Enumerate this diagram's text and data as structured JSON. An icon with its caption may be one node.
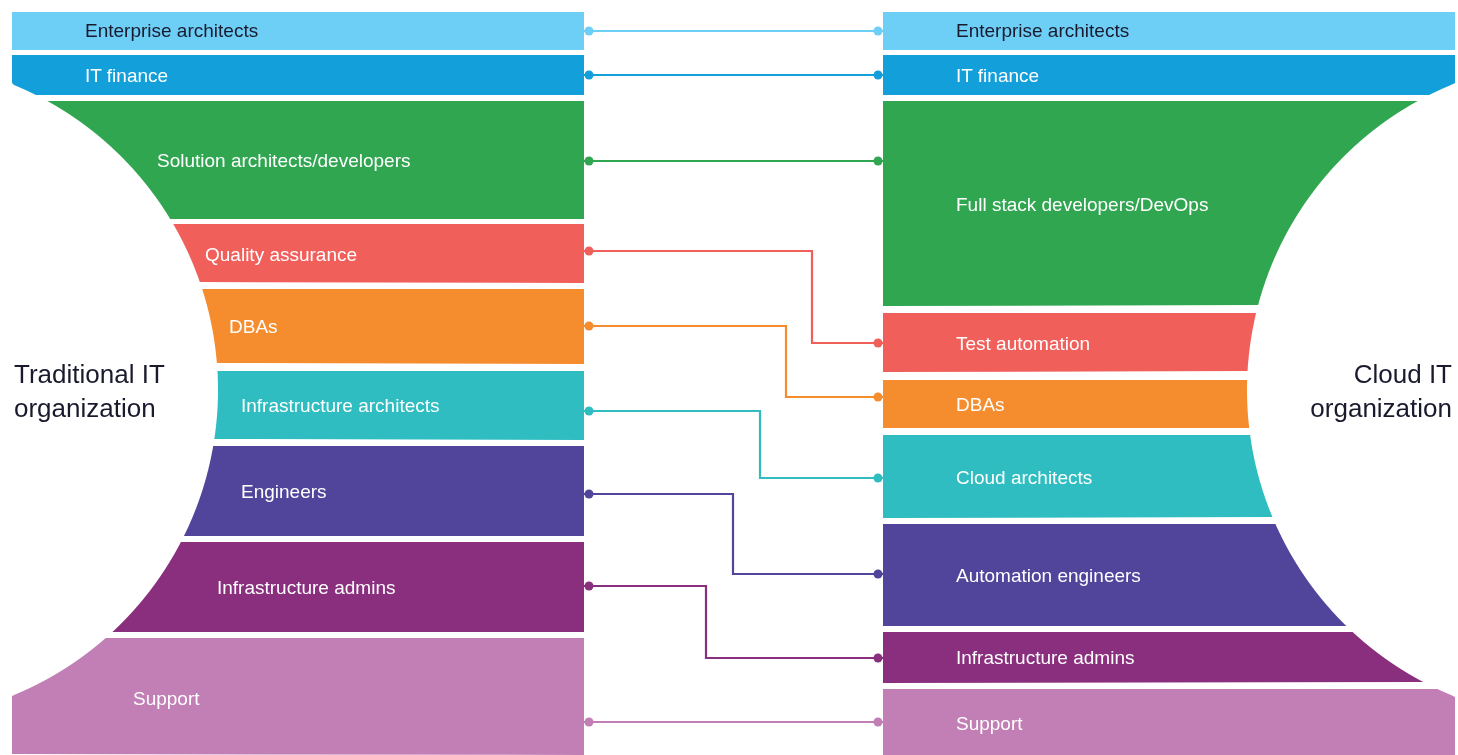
{
  "diagram": {
    "nodes": [
      {
        "text": [
          "Enterprise architects"
        ]
      },
      {
        "text": [
          "IT finance"
        ]
      },
      {
        "text": [
          "Solution architects/developers"
        ]
      },
      {
        "text": [
          "Quality assurance"
        ]
      },
      {
        "text": [
          "DBAs"
        ]
      },
      {
        "text": [
          "Infrastructure architects"
        ]
      },
      {
        "text": [
          "Engineers"
        ]
      },
      {
        "text": [
          "Infrastructure admins"
        ]
      },
      {
        "text": [
          "Support"
        ]
      },
      {
        "text": [
          "Enterprise architects"
        ]
      },
      {
        "text": [
          "IT finance"
        ]
      },
      {
        "text": [
          "Full stack developers/DevOps"
        ]
      },
      {
        "text": [
          "Test automation"
        ]
      },
      {
        "text": [
          "DBAs"
        ]
      },
      {
        "text": [
          "Cloud architects"
        ]
      },
      {
        "text": [
          "Automation engineers"
        ]
      },
      {
        "text": [
          "Infrastructure admins"
        ]
      },
      {
        "text": [
          "Support"
        ]
      }
    ],
    "edges": [
      {
        "from": 0,
        "to": 9,
        "arrow": "other",
        "color": "#6dcff6"
      },
      {
        "from": 1,
        "to": 10,
        "arrow": "other",
        "color": "#139fd9"
      },
      {
        "from": 2,
        "to": 11,
        "arrow": "other",
        "color": "#30a651"
      },
      {
        "from": 3,
        "to": 12,
        "arrow": "other",
        "color": "#f15f5b"
      },
      {
        "from": 4,
        "to": 13,
        "arrow": "other",
        "color": "#f58c2d"
      },
      {
        "from": 5,
        "to": 14,
        "arrow": "other",
        "color": "#2fbdc1"
      },
      {
        "from": 6,
        "to": 15,
        "arrow": "other",
        "color": "#50459b"
      },
      {
        "from": 7,
        "to": 16,
        "arrow": "other",
        "color": "#8a2e7e"
      },
      {
        "from": 8,
        "to": 17,
        "arrow": "other",
        "color": "#c27fb5"
      }
    ],
    "labels": [
      "Traditional IT organization",
      "Cloud IT organization"
    ]
  }
}
